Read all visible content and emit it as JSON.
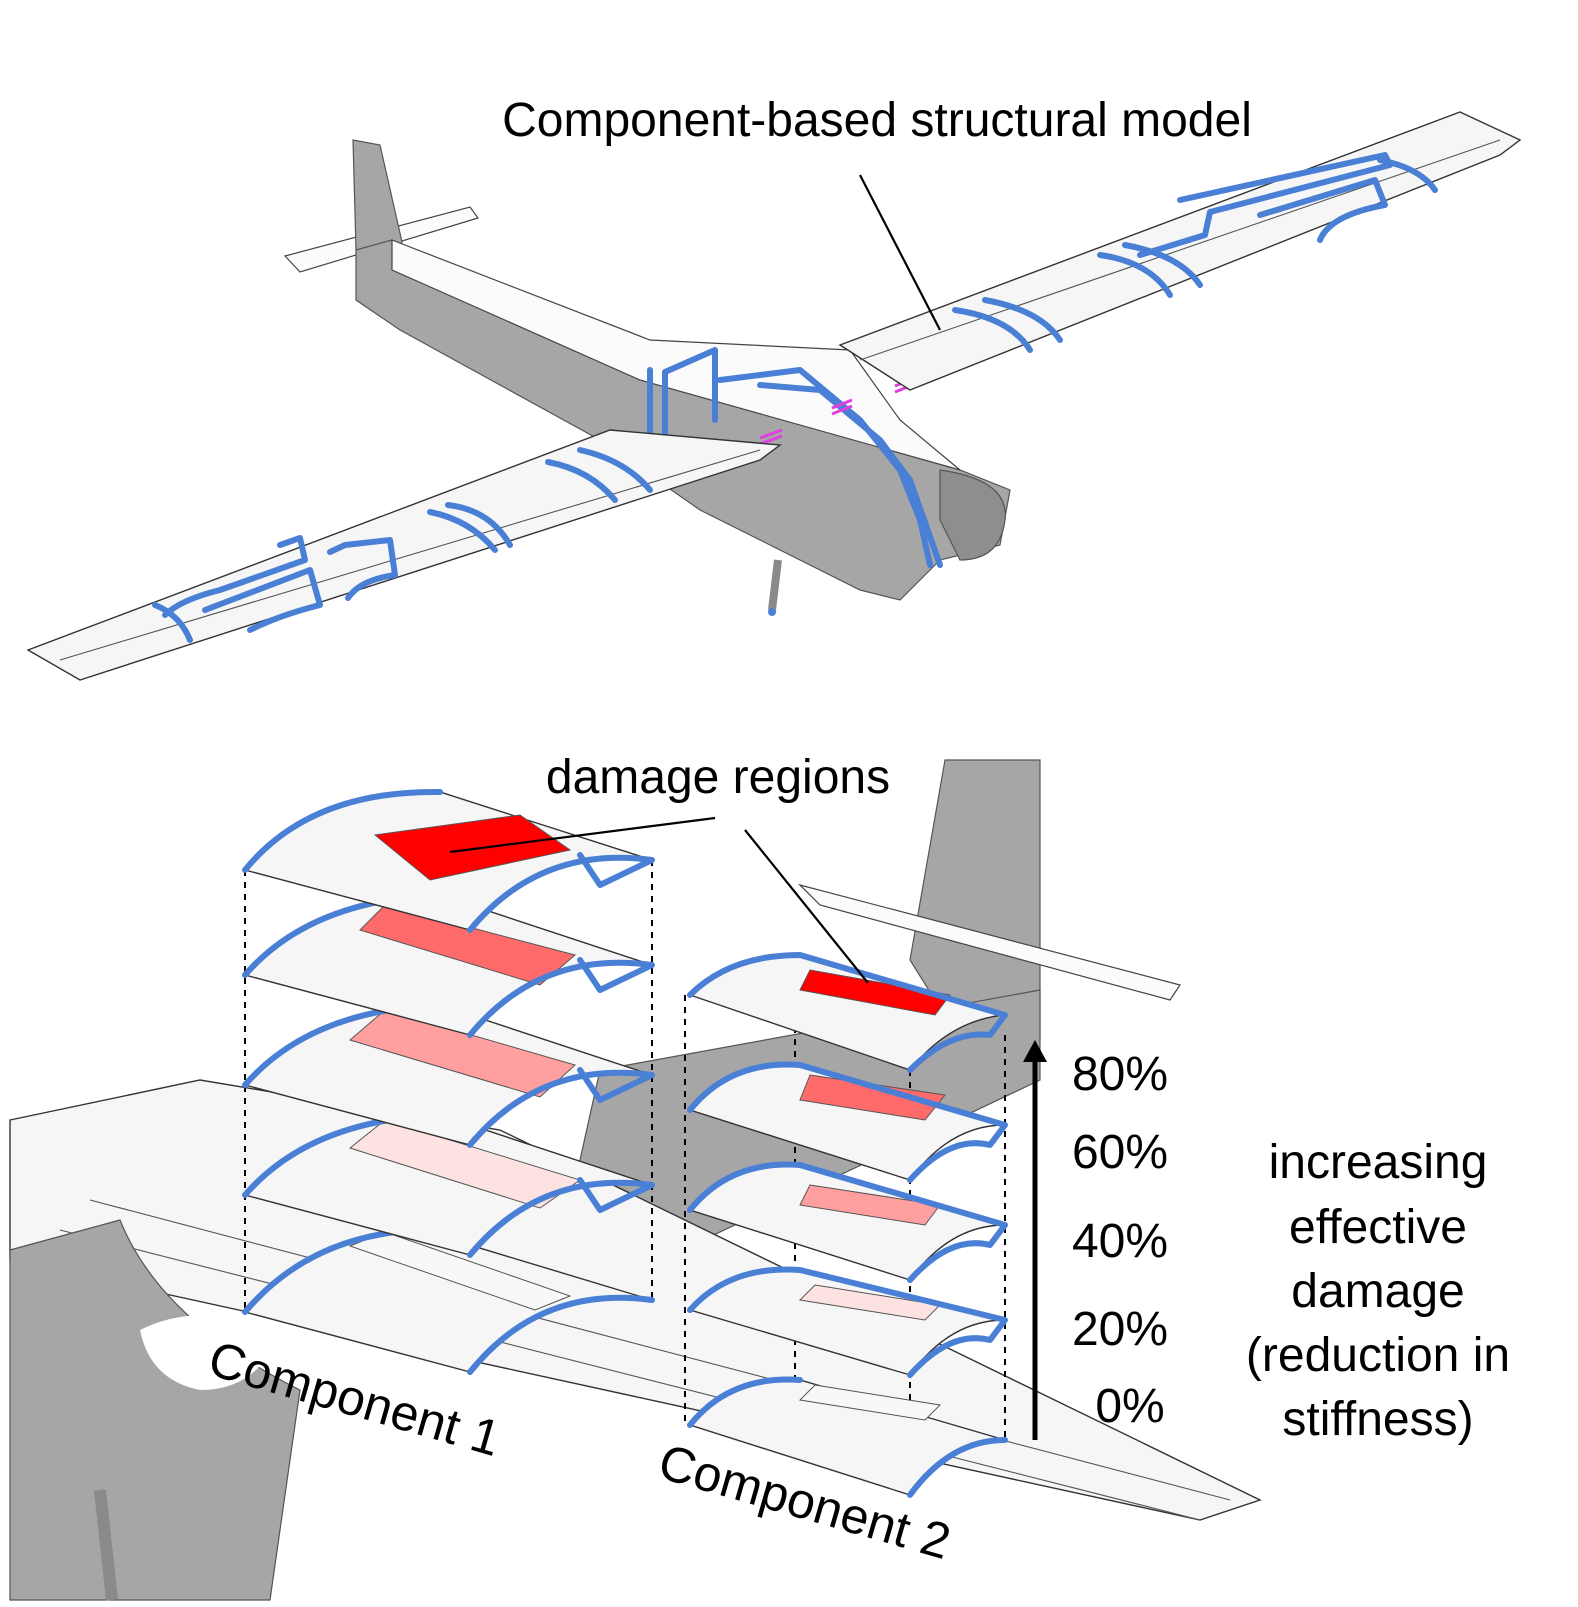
{
  "labels": {
    "top_title": "Component-based structural model",
    "damage_regions": "damage regions",
    "component_1": "Component 1",
    "component_2": "Component 2",
    "increasing_line1": "increasing",
    "increasing_line2": "effective",
    "increasing_line3": "damage",
    "increasing_line4": "(reduction in",
    "increasing_line5": "stiffness)"
  },
  "damage_levels": [
    "80%",
    "60%",
    "40%",
    "20%",
    "0%"
  ],
  "damage_colors": {
    "80%": "#ff0000",
    "60%": "#ff6b6b",
    "40%": "#ff9f9f",
    "20%": "#fde2e2",
    "0%": "#f8f8f8"
  },
  "colors": {
    "component_frame": "#4a7fd6",
    "joint": "#e040e0",
    "fuselage": "#a6a6a6",
    "skin": "#f6f6f6"
  }
}
